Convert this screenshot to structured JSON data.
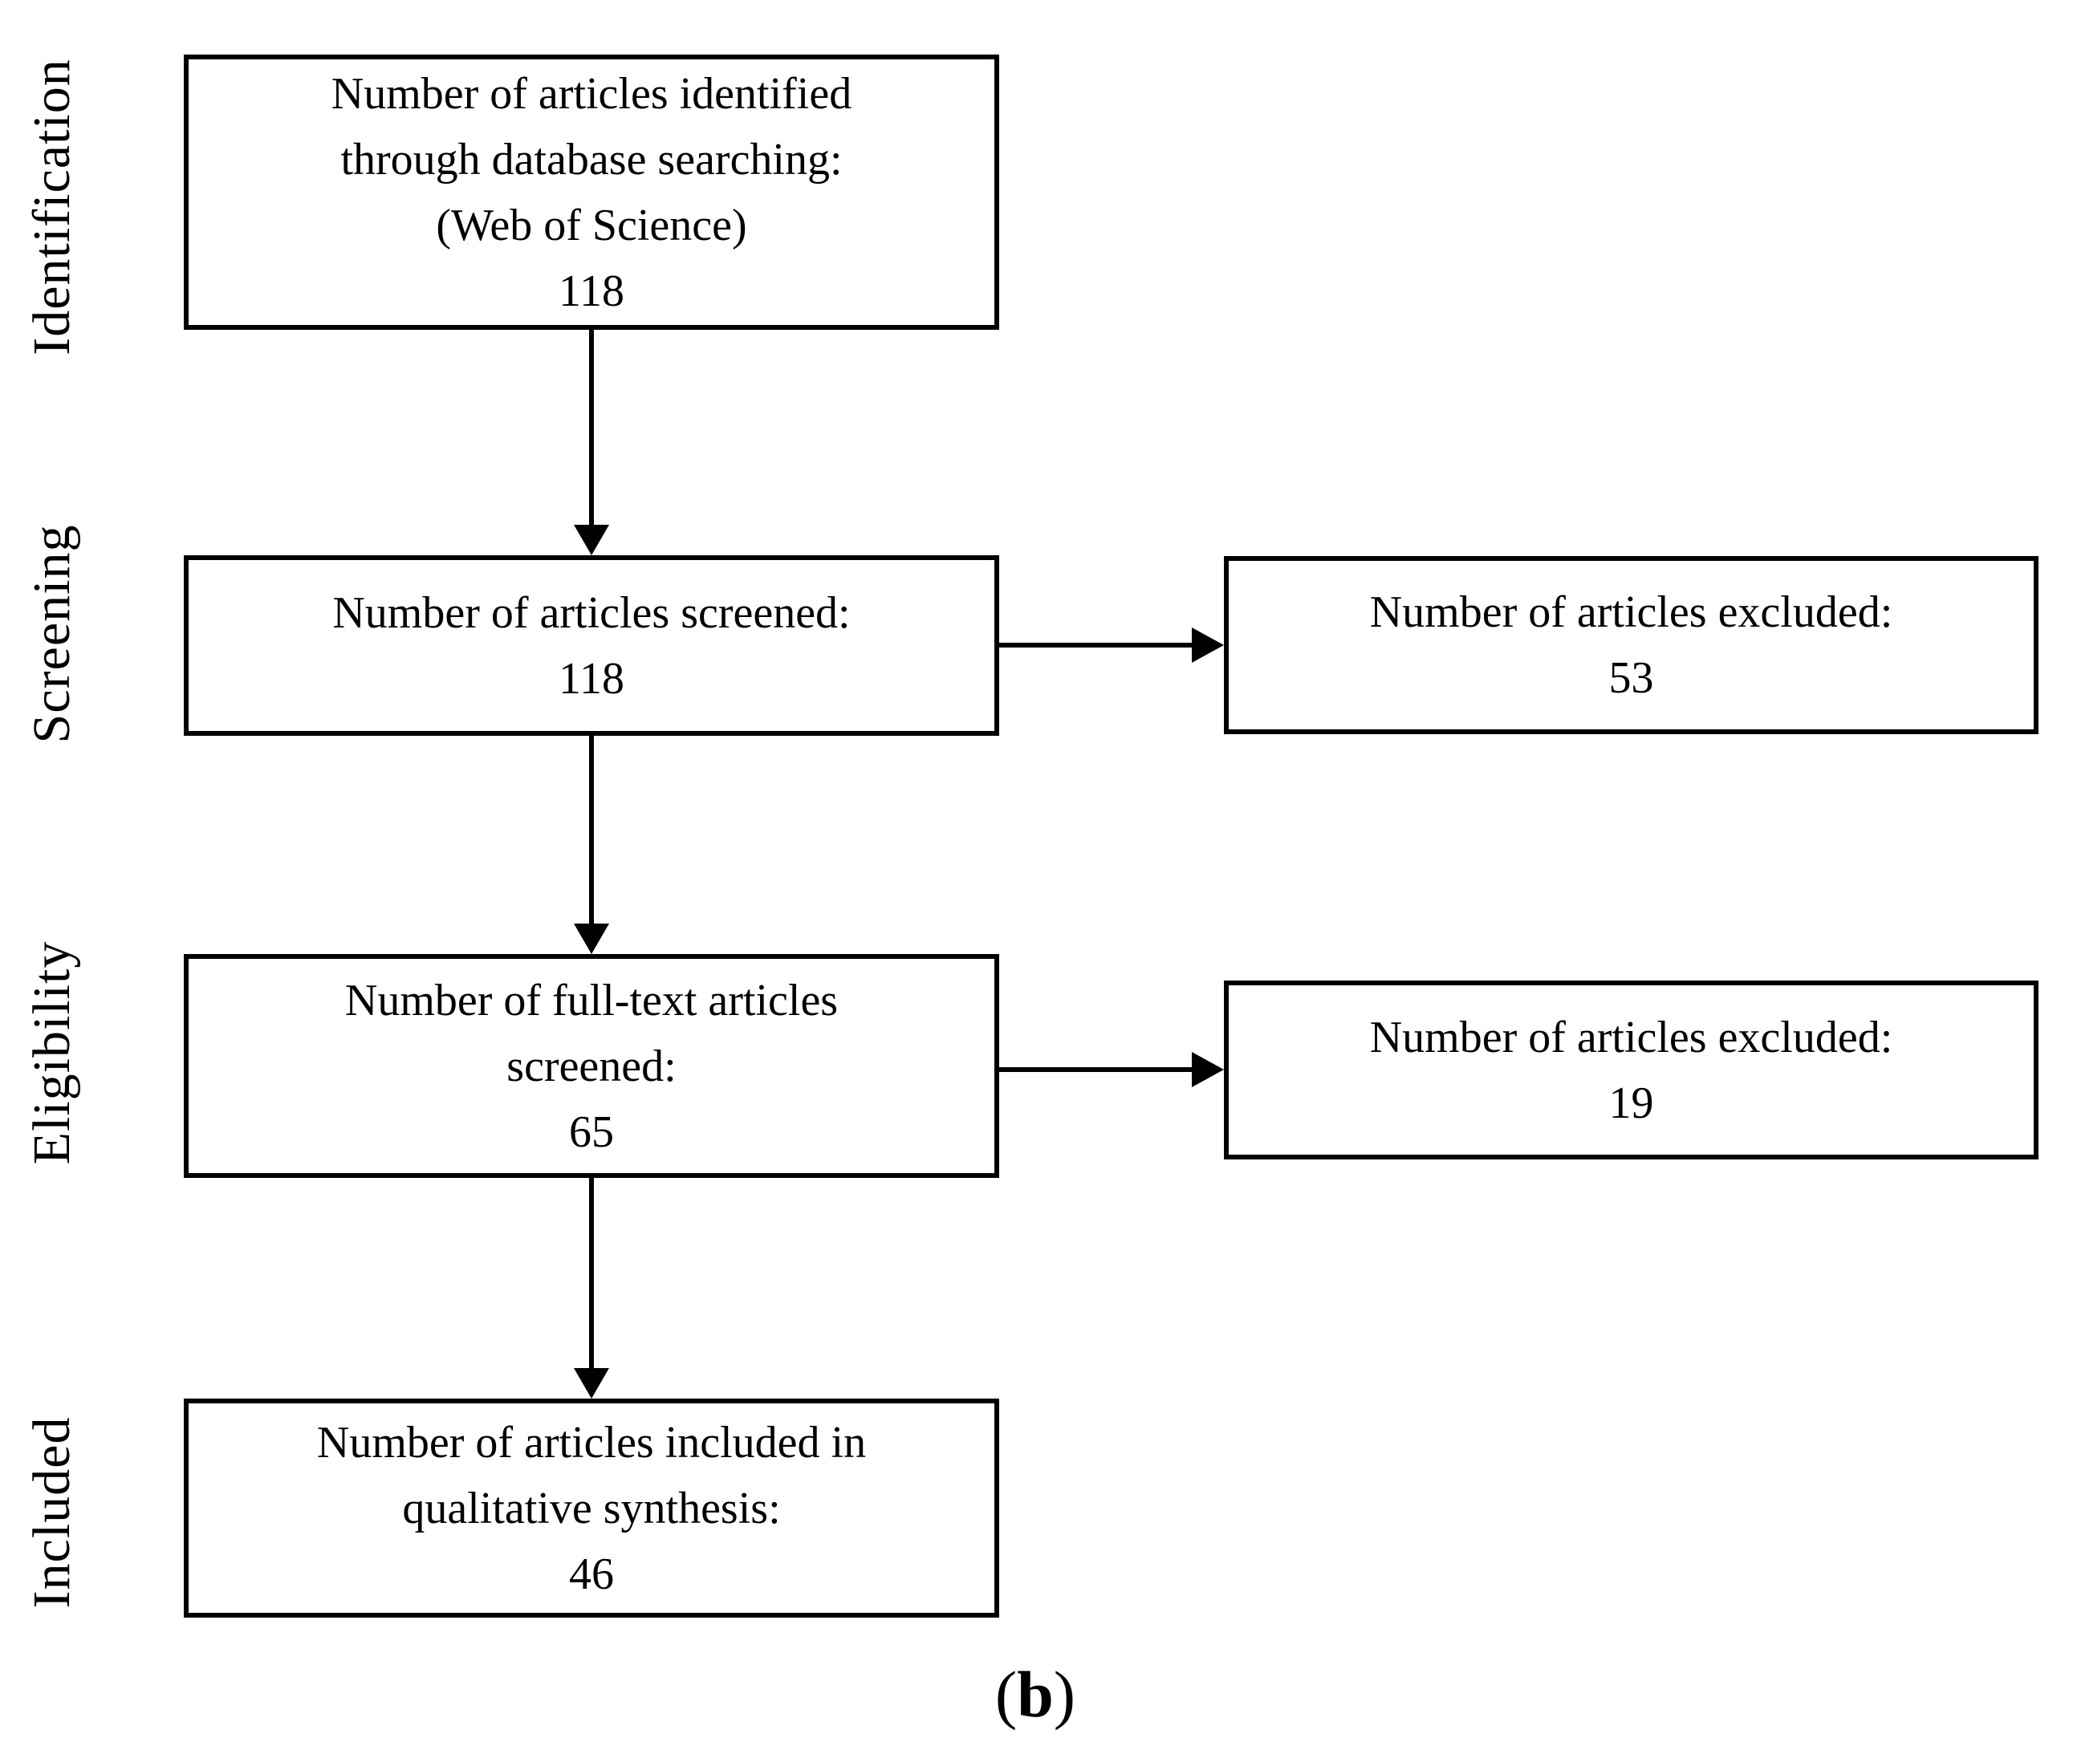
{
  "stages": [
    {
      "label": "Identification"
    },
    {
      "label": "Screening"
    },
    {
      "label": "Eligibility"
    },
    {
      "label": "Included"
    }
  ],
  "main_boxes": [
    {
      "lines": [
        "Number of articles identified",
        "through database searching:",
        "(Web of Science)"
      ],
      "count": "118"
    },
    {
      "lines": [
        "Number of articles screened:"
      ],
      "count": "118"
    },
    {
      "lines": [
        "Number of full-text articles",
        "screened:"
      ],
      "count": "65"
    },
    {
      "lines": [
        "Number of articles included in",
        "qualitative synthesis:"
      ],
      "count": "46"
    }
  ],
  "side_boxes": [
    {
      "lines": [
        "Number of articles excluded:"
      ],
      "count": "53"
    },
    {
      "lines": [
        "Number of articles excluded:"
      ],
      "count": "19"
    }
  ],
  "caption": {
    "open": "(",
    "letter": "b",
    "close": ")"
  },
  "colors": {
    "ink": "#000000",
    "background": "#ffffff"
  }
}
